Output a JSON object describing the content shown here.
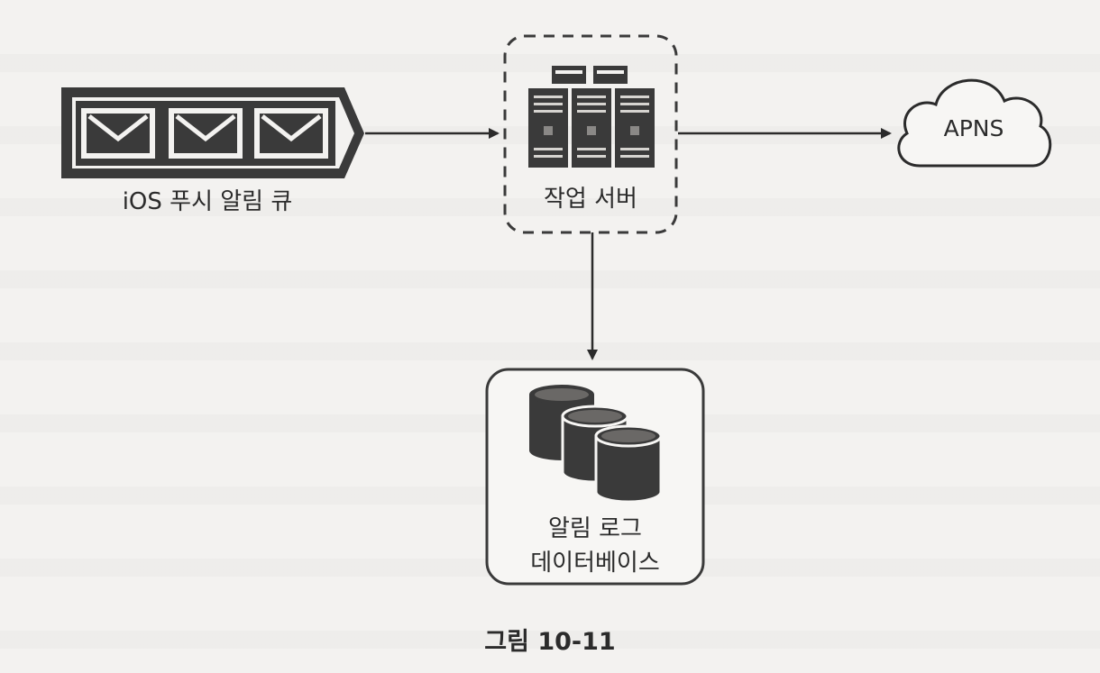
{
  "nodes": {
    "queue": {
      "label": "iOS 푸시 알림 큐",
      "icon": "envelope-queue-icon",
      "count": 3
    },
    "worker": {
      "label": "작업 서버",
      "icon": "server-rack-icon"
    },
    "apns": {
      "label": "APNS",
      "icon": "cloud-icon"
    },
    "database": {
      "label_line1": "알림 로그",
      "label_line2": "데이터베이스",
      "icon": "database-stack-icon"
    }
  },
  "edges": [
    {
      "from": "queue",
      "to": "worker"
    },
    {
      "from": "worker",
      "to": "apns"
    },
    {
      "from": "worker",
      "to": "database"
    }
  ],
  "caption": "그림 10-11",
  "colors": {
    "ink": "#2b2b2b",
    "paper": "#f3f2f0",
    "box_fill": "#f7f6f4"
  }
}
